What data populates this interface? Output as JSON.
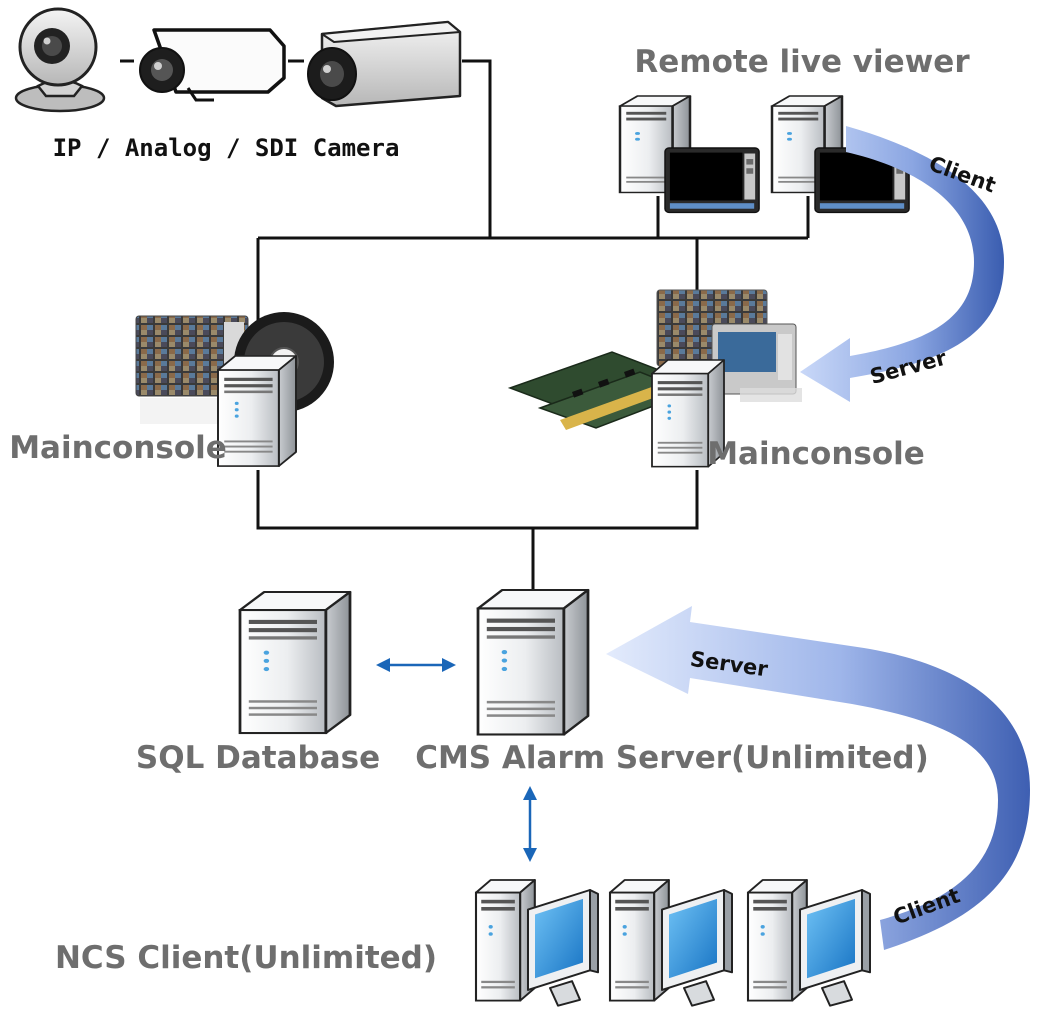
{
  "cameras": {
    "caption": "IP / Analog / SDI Camera",
    "icons": [
      "webcam-icon",
      "analog-camera-icon",
      "box-camera-icon"
    ]
  },
  "remote": {
    "title": "Remote live viewer",
    "client_label": "Client",
    "server_label": "Server"
  },
  "mainconsole": {
    "left_label": "Mainconsole",
    "right_label": "Mainconsole"
  },
  "cms": {
    "sql_label": "SQL Database",
    "alarm_label": "CMS Alarm Server(Unlimited)",
    "server_label": "Server",
    "client_label": "Client"
  },
  "ncs": {
    "label": "NCS Client(Unlimited)"
  },
  "colors": {
    "line": "#111111",
    "arrow_blue": "#1a66b8",
    "ribbon_dark": "#3a5db0",
    "ribbon_light": "#c9d8f8",
    "label_gray": "#6e6e6e",
    "screen_blue": "#1e88d8"
  }
}
